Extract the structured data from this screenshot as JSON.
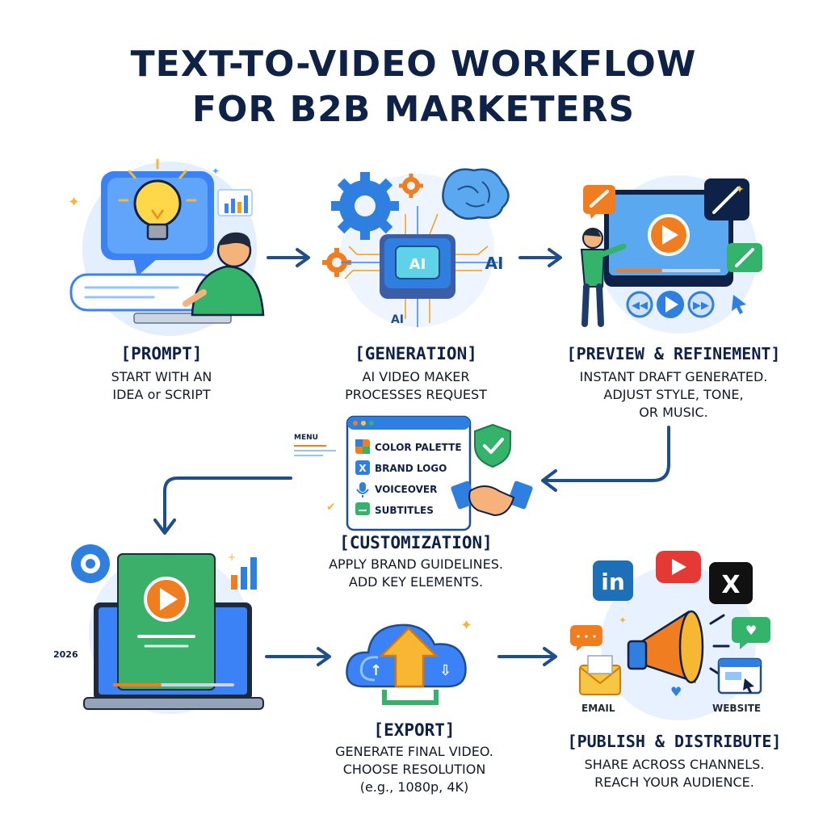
{
  "title": {
    "line1": "TEXT-TO-VIDEO WORKFLOW",
    "line2": "FOR B2B MARKETERS"
  },
  "steps": {
    "prompt": {
      "title": "[PROMPT]",
      "description": "START WITH AN\nIDEA or SCRIPT"
    },
    "generation": {
      "title": "[GENERATION]",
      "description": "AI VIDEO MAKER\nPROCESSES REQUEST",
      "chip_label": "AI",
      "side_label": "AI",
      "bottom_label": "AI"
    },
    "preview": {
      "title": "[PREVIEW & REFINEMENT]",
      "description": "INSTANT DRAFT GENERATED.\nADJUST STYLE, TONE,\nOR MUSIC."
    },
    "customization": {
      "title": "[CUSTOMIZATION]",
      "description": "APPLY BRAND GUIDELINES.\nADD KEY ELEMENTS.",
      "menu_label": "MENU",
      "menu_items": [
        "COLOR PALETTE",
        "BRAND LOGO",
        "VOICEOVER",
        "SUBTITLES"
      ]
    },
    "laptop": {
      "year_label": "2026"
    },
    "export": {
      "title": "[EXPORT]",
      "description": "GENERATE FINAL VIDEO.\nCHOOSE RESOLUTION\n(e.g., 1080p, 4K)"
    },
    "publish": {
      "title": "[PUBLISH & DISTRIBUTE]",
      "description": "SHARE ACROSS CHANNELS.\nREACH YOUR AUDIENCE.",
      "email_label": "EMAIL",
      "website_label": "WEBSITE",
      "linkedin_label": "in",
      "x_label": "X"
    }
  },
  "colors": {
    "navy": "#0e2147",
    "arrow": "#1f4e8c",
    "blue": "#2f7fe0",
    "light_blue": "#dbeafe",
    "green": "#34b36b",
    "orange": "#f07d1f",
    "yellow": "#f7c744"
  }
}
